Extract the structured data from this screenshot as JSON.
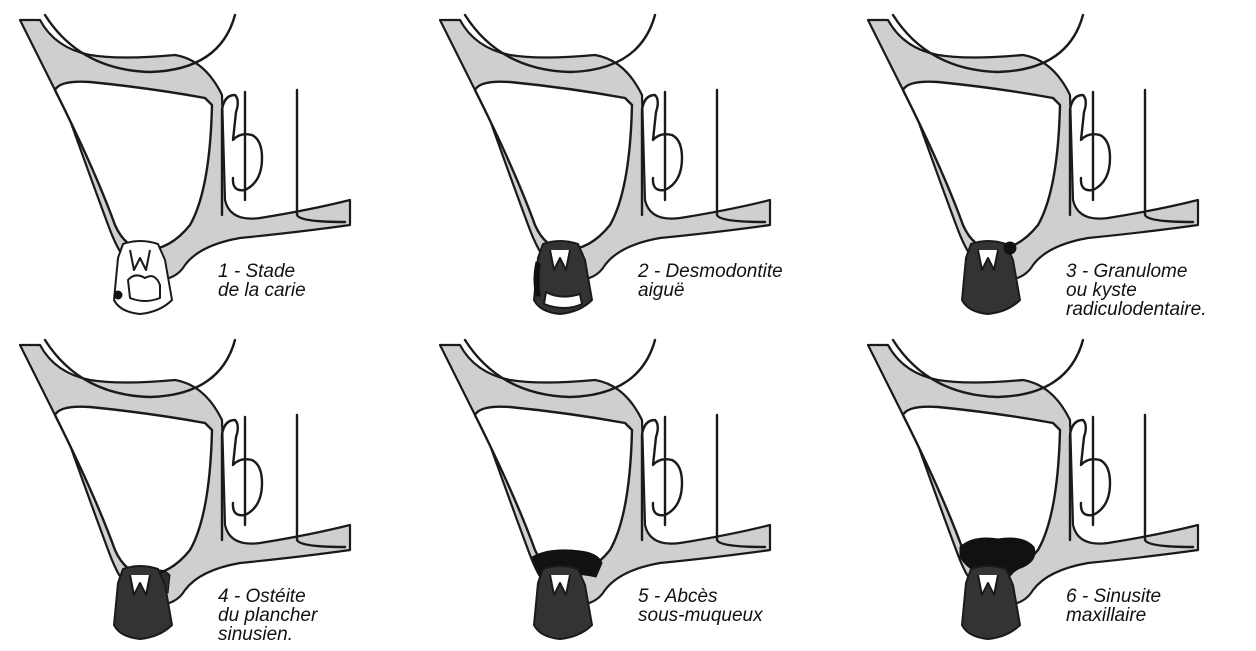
{
  "panels": [
    {
      "number": "1",
      "caption_lines": [
        "1 - Stade",
        "de la carie"
      ],
      "stage": "carie"
    },
    {
      "number": "2",
      "caption_lines": [
        "2 - Desmodontite",
        "aiguë"
      ],
      "stage": "desmodontite"
    },
    {
      "number": "3",
      "caption_lines": [
        "3 - Granulome",
        "ou kyste",
        "radiculodentaire."
      ],
      "stage": "granulome"
    },
    {
      "number": "4",
      "caption_lines": [
        "4 - Ostéite",
        "du plancher",
        "sinusien."
      ],
      "stage": "osteite"
    },
    {
      "number": "5",
      "caption_lines": [
        "5 - Abcès",
        "sous-muqueux"
      ],
      "stage": "abces"
    },
    {
      "number": "6",
      "caption_lines": [
        "6 - Sinusite",
        "maxillaire"
      ],
      "stage": "sinusite"
    }
  ],
  "colors": {
    "bone_fill": "#cfcfcf",
    "outline": "#1a1a1a",
    "lesion": "#111111",
    "background": "#ffffff"
  }
}
